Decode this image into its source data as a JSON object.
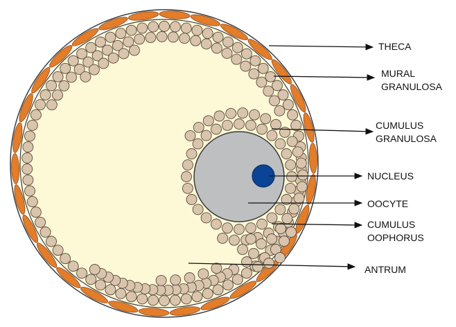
{
  "labels": {
    "theca": "THECA",
    "mural_line1": "MURAL",
    "mural_line2": "GRANULOSA",
    "cumulus_gran_line1": "CUMULUS",
    "cumulus_gran_line2": "GRANULOSA",
    "nucleus": "NUCLEUS",
    "oocyte": "OOCYTE",
    "oophorus_line1": "CUMULUS",
    "oophorus_line2": "OOPHORUS",
    "antrum": "ANTRUM"
  },
  "colors": {
    "antrum_fluid": "#fdf8d6",
    "theca_cell": "#e37d2a",
    "granulosa_cell": "#d9c5ad",
    "oocyte": "#bdbfc1",
    "nucleus": "#0b4496",
    "outline": "#3a3a3a"
  }
}
